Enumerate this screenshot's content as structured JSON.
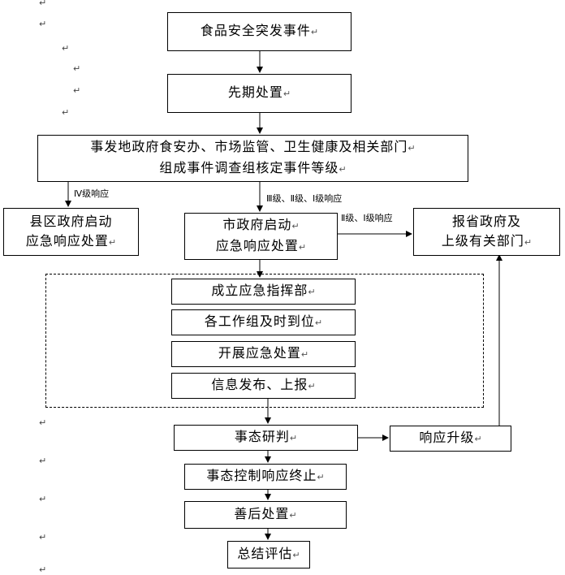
{
  "nodes": {
    "event": {
      "lines": [
        "食品安全突发事件"
      ]
    },
    "initial": {
      "lines": [
        "先期处置"
      ]
    },
    "investigate": {
      "lines": [
        "事发地政府食安办、市场监管、卫生健康及相关部门",
        "组成事件调查组核定事件等级"
      ]
    },
    "county": {
      "lines": [
        "县区政府启动",
        "应急响应处置"
      ]
    },
    "city": {
      "lines": [
        "市政府启动",
        "应急响应处置"
      ]
    },
    "province": {
      "lines": [
        "报省政府及",
        "上级有关部门"
      ]
    },
    "command": {
      "lines": [
        "成立应急指挥部"
      ]
    },
    "teams": {
      "lines": [
        "各工作组及时到位"
      ]
    },
    "handle": {
      "lines": [
        "开展应急处置"
      ]
    },
    "release": {
      "lines": [
        "信息发布、上报"
      ]
    },
    "assess": {
      "lines": [
        "事态研判"
      ]
    },
    "upgrade": {
      "lines": [
        "响应升级"
      ]
    },
    "terminate": {
      "lines": [
        "事态控制响应终止"
      ]
    },
    "aftermath": {
      "lines": [
        "善后处置"
      ]
    },
    "evaluate": {
      "lines": [
        "总结评估"
      ]
    }
  },
  "edge_labels": {
    "level4": "Ⅳ级响应",
    "level123": "Ⅲ级、Ⅱ级、Ⅰ级响应",
    "level12": "Ⅱ级、Ⅰ级响应"
  },
  "paragraph_mark": "↵"
}
